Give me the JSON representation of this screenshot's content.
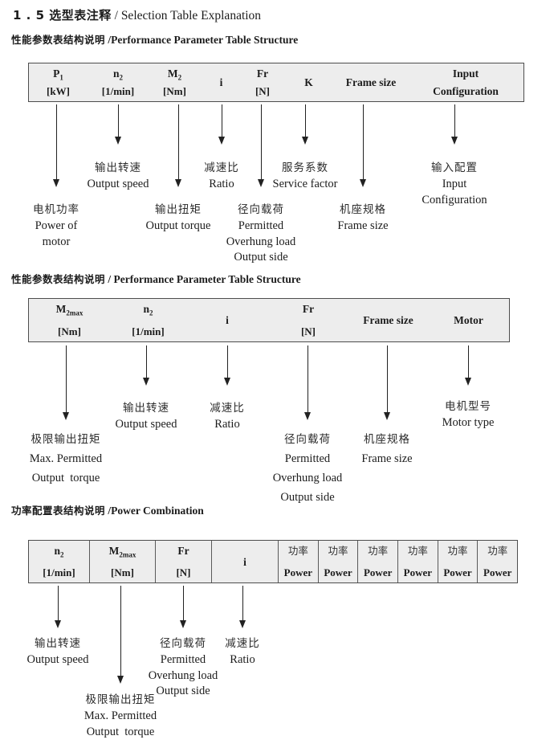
{
  "colors": {
    "table_bg": "#ededed",
    "table_border": "#4d4d4d",
    "ink": "#1c1c1c"
  },
  "title": {
    "zh": "1 . 5 选型表注释",
    "sep": " / ",
    "en": "Selection Table Explanation"
  },
  "sections": {
    "s1": {
      "heading": {
        "zh": "性能参数表结构说明",
        "sep": " /",
        "en": "Performance Parameter Table Structure"
      },
      "table": {
        "c1": {
          "sym": "P",
          "sub": "1",
          "unit": "[kW]"
        },
        "c2": {
          "sym": "n",
          "sub": "2",
          "unit": "[1/min]"
        },
        "c3": {
          "sym": "M",
          "sub": "2",
          "unit": "[Nm]"
        },
        "c4": {
          "sym": "i"
        },
        "c5": {
          "sym": "Fr",
          "unit": "[N]"
        },
        "c6": {
          "sym": "K"
        },
        "c7": {
          "sym": "Frame size"
        },
        "c8": {
          "line1": "Input",
          "line2": "Configuration"
        }
      },
      "callouts": {
        "output_speed": {
          "zh": "输出转速",
          "l1": "Output speed"
        },
        "ratio": {
          "zh": "减速比",
          "l1": "Ratio"
        },
        "service_factor": {
          "zh": "服务系数",
          "l1": "Service factor"
        },
        "input_config": {
          "zh": "输入配置",
          "l1": "Input",
          "l2": "Configuration"
        },
        "power_of_motor": {
          "zh": "电机功率",
          "l1": "Power of",
          "l2": "motor"
        },
        "output_torque": {
          "zh": "输出扭矩",
          "l1": "Output torque"
        },
        "overhung_load": {
          "zh": "径向载荷",
          "l1": "Permitted",
          "l2": "Overhung load",
          "l3": "Output side"
        },
        "frame_size": {
          "zh": "机座规格",
          "l1": "Frame size"
        }
      }
    },
    "s2": {
      "heading": {
        "zh": "性能参数表结构说明",
        "sep": " / ",
        "en": "Performance Parameter Table Structure"
      },
      "table": {
        "c1": {
          "sym": "M",
          "sub": "2max",
          "unit": "[Nm]"
        },
        "c2": {
          "sym": "n",
          "sub": "2",
          "unit": "[1/min]"
        },
        "c3": {
          "sym": "i"
        },
        "c4": {
          "sym": "Fr",
          "unit": "[N]"
        },
        "c5": {
          "sym": "Frame size"
        },
        "c6": {
          "sym": "Motor"
        }
      },
      "callouts": {
        "max_torque": {
          "zh": "极限输出扭矩",
          "l1": "Max. Permitted",
          "l2": "Output  torque"
        },
        "output_speed": {
          "zh": "输出转速",
          "l1": "Output speed"
        },
        "ratio": {
          "zh": "减速比",
          "l1": "Ratio"
        },
        "overhung_load": {
          "zh": "径向载荷",
          "l1": "Permitted",
          "l2": "Overhung load",
          "l3": "Output side"
        },
        "frame_size": {
          "zh": "机座规格",
          "l1": "Frame size"
        },
        "motor_type": {
          "zh": "电机型号",
          "l1": "Motor type"
        }
      }
    },
    "s3": {
      "heading": {
        "zh": "功率配置表结构说明",
        "sep": " /",
        "en": "Power Combination"
      },
      "table": {
        "c1": {
          "sym": "n",
          "sub": "2",
          "unit": "[1/min]"
        },
        "c2": {
          "sym": "M",
          "sub": "2max",
          "unit": "[Nm]"
        },
        "c3": {
          "sym": "Fr",
          "unit": "[N]"
        },
        "c4": {
          "sym": "i"
        },
        "power": {
          "zh": "功率",
          "en": "Power"
        }
      },
      "callouts": {
        "output_speed": {
          "zh": "输出转速",
          "l1": "Output speed"
        },
        "max_torque": {
          "zh": "极限输出扭矩",
          "l1": "Max. Permitted",
          "l2": "Output  torque"
        },
        "overhung_load": {
          "zh": "径向载荷",
          "l1": "Permitted",
          "l2": "Overhung load",
          "l3": "Output side"
        },
        "ratio": {
          "zh": "减速比",
          "l1": "Ratio"
        }
      }
    }
  }
}
